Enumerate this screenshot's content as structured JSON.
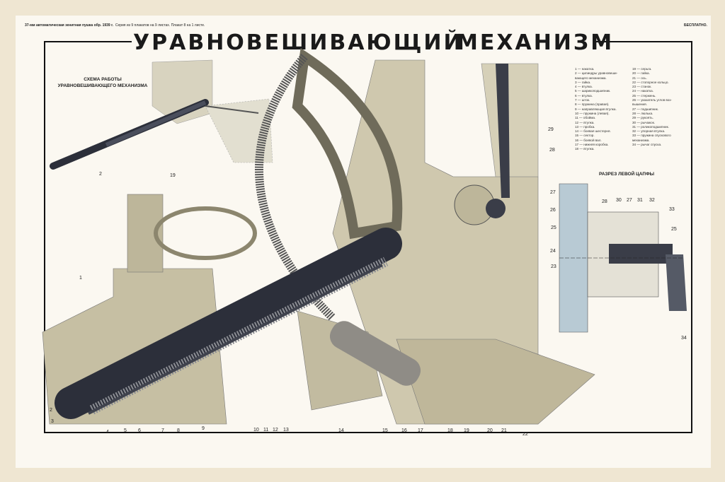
{
  "header": {
    "series_text_bold": "37-мм автоматическая зенитная пушка обр. 1939 г.",
    "series_text": "Серия из 9 плакатов на 9 листах. Плакат 8 на 1 листе.",
    "free_label": "БЕСПЛАТНО."
  },
  "title": {
    "part1": "УРАВНОВЕШИВАЮЩИЙ",
    "part2": "МЕХАНИЗМ"
  },
  "schema_title": {
    "line1": "СХЕМА РАБОТЫ",
    "line2": "УРАВНОВЕШИВАЮЩЕГО МЕХАНИЗМА"
  },
  "section_title": "РАЗРЕЗ ЛЕВОЙ ЦАПФЫ",
  "legend_left": [
    "1 — накатка.",
    "2 — цилиндры уравновеши-",
    "     вающего механизма.",
    "3 — гайка.",
    "4 — втулка.",
    "5 — шарикоподшипник.",
    "6 — втулка.",
    "7 — шток.",
    "8 — пружина (правая).",
    "9 — направляющая втулка.",
    "10 — пружина (левая).",
    "11 — обойма.",
    "12 — втулка.",
    "13 — пробка.",
    "14 — боевая шестерня.",
    "15 — сектор.",
    "16 — боевой вал.",
    "17 — нижняя коробка.",
    "18 — втулка."
  ],
  "legend_right": [
    "19 — серьга.",
    "20 — гайка.",
    "21 — ось.",
    "22 — стопорное кольцо.",
    "23 — станок.",
    "24 — накатка.",
    "25 — стержень.",
    "26 — указатель углов воз-",
    "     вышения.",
    "27 — подшипник.",
    "28 — люлька.",
    "29 — рукоять.",
    "30 — рычажок.",
    "31 — роликоподшипник.",
    "32 — упорная втулка.",
    "33 — пружина спускового",
    "     механизма.",
    "34 — рычаг спуска."
  ],
  "callouts": [
    "1",
    "2",
    "19",
    "2",
    "3",
    "4",
    "5",
    "6",
    "7",
    "8",
    "9",
    "10",
    "11",
    "12",
    "13",
    "14",
    "15",
    "16",
    "17",
    "18",
    "19",
    "20",
    "21",
    "22",
    "23",
    "24",
    "25",
    "26",
    "27",
    "28",
    "29",
    "28",
    "30",
    "27",
    "31",
    "32",
    "33",
    "25",
    "34"
  ],
  "colors": {
    "paper": "#fbf8f1",
    "background": "#efe6d2",
    "metal_light": "#c9c2a8",
    "metal_dark": "#2c2f3a",
    "frame": "#111111"
  }
}
